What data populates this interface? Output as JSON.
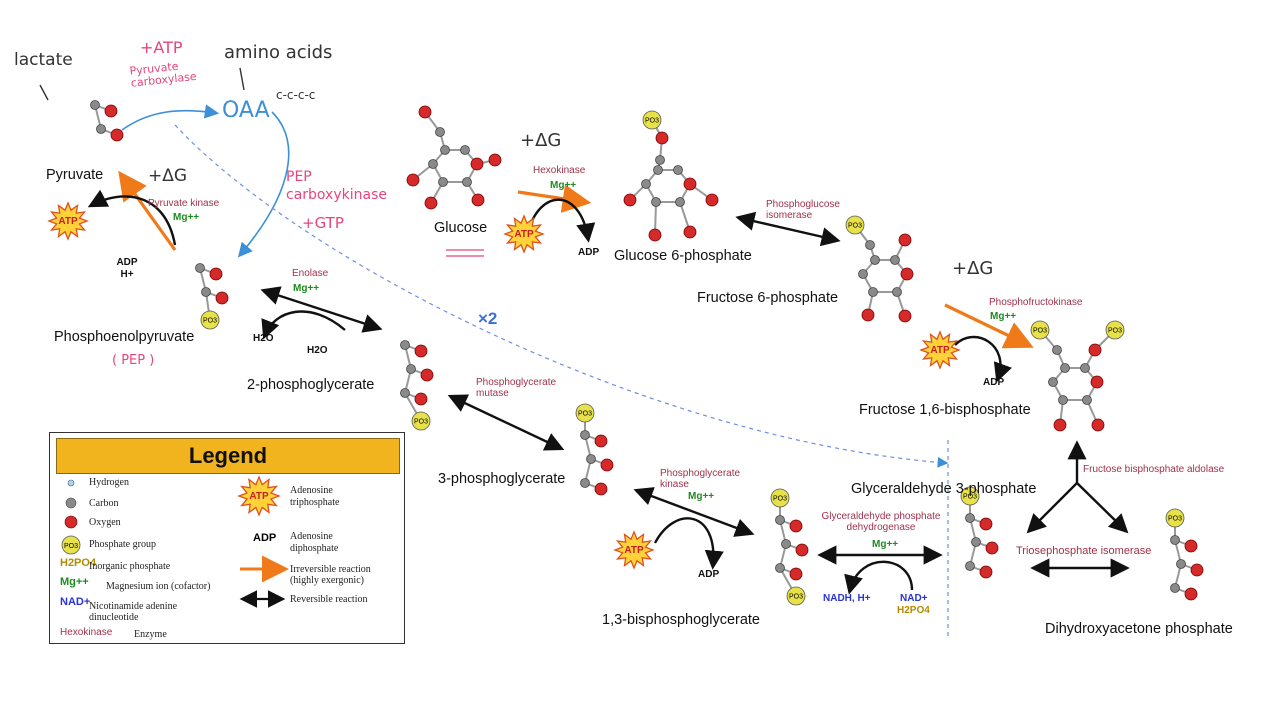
{
  "metabolites": {
    "pyruvate": "Pyruvate",
    "pep": "Phosphoenolpyruvate",
    "pg2": "2-phosphoglycerate",
    "pg3": "3-phosphoglycerate",
    "bpg13": "1,3-bisphosphoglycerate",
    "glucose": "Glucose",
    "g6p": "Glucose 6-phosphate",
    "f6p": "Fructose 6-phosphate",
    "f16bp": "Fructose 1,6-bisphosphate",
    "g3p": "Glyceraldehyde 3-phosphate",
    "dhap": "Dihydroxyacetone phosphate"
  },
  "enzymes": {
    "hexokinase": "Hexokinase",
    "pgi": "Phosphoglucose isomerase",
    "pfk": "Phosphofructokinase",
    "aldolase": "Fructose bisphosphate aldolase",
    "tpi": "Triosephosphate isomerase",
    "gapdh": "Glyceraldehyde phosphate dehydrogenase",
    "pgk": "Phosphoglycerate kinase",
    "pgm": "Phosphoglycerate mutase",
    "enolase": "Enolase",
    "pk": "Pyruvate kinase"
  },
  "cofactors": {
    "mg": "Mg++",
    "atp": "ATP",
    "adp": "ADP",
    "adp_h": "ADP H+",
    "h2o": "H2O",
    "nadh": "NADH, H+",
    "nad": "NAD+",
    "h2po4": "H2PO4",
    "times2": "×2"
  },
  "handwriting": {
    "lactate": "lactate",
    "plus_atp": "+ATP",
    "pyruvate_carboxylase": "Pyruvate carboxylase",
    "amino_acids": "amino acids",
    "oaa": "OAA",
    "carbon_chain": "c-c-c-c",
    "pep_carboxykinase": "PEP carboxykinase",
    "plus_gtp": "+GTP",
    "delta_g": "+ΔG",
    "pep_abbrev": "( PEP )"
  },
  "legend": {
    "title": "Legend",
    "items": [
      {
        "symbol": "H",
        "label": "Hydrogen"
      },
      {
        "symbol": "C",
        "label": "Carbon"
      },
      {
        "symbol": "O",
        "label": "Oxygen"
      },
      {
        "symbol": "PO3",
        "label": "Phosphate group"
      },
      {
        "symbol": "H2PO4",
        "label": "Inorganic phosphate"
      },
      {
        "symbol": "Mg++",
        "label": "Magnesium ion (cofactor)"
      },
      {
        "symbol": "NAD+",
        "label": "Nicotinamide adenine dinucleotide"
      },
      {
        "symbol": "Hexokinase",
        "label": "Enzyme"
      },
      {
        "symbol": "ATP",
        "label": "Adenosine triphosphate"
      },
      {
        "symbol": "ADP",
        "label": "Adenosine diphosphate"
      },
      {
        "symbol": "orange-arrow",
        "label": "Irreversible reaction (highly exergonic)"
      },
      {
        "symbol": "black-double-arrow",
        "label": "Reversible reaction"
      }
    ]
  },
  "colors": {
    "oxygen": "#d42a2a",
    "carbon": "#8a8a8a",
    "hydrogen": "#a8d8e8",
    "phosphate": "#e8e24a",
    "irreversible": "#f07a1a",
    "enzyme": "#a0324a",
    "mg": "#1f8a1f",
    "handwriting_pink": "#e8457a",
    "handwriting_blue": "#3d8fd6",
    "legend_header": "#f2b41e"
  }
}
